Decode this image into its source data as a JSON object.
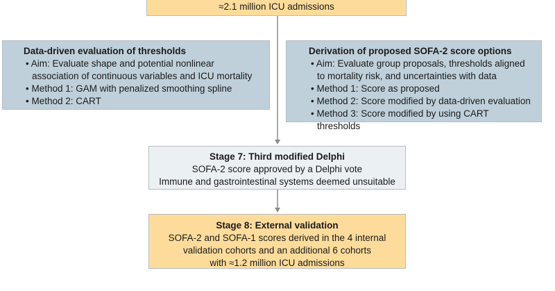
{
  "top_box": {
    "text": "≈2.1 million ICU admissions"
  },
  "left_box": {
    "title": "Data-driven evaluation of thresholds",
    "items": [
      "Aim: Evaluate shape and potential nonlinear association of continuous variables and ICU mortality",
      "Method 1: GAM with penalized smoothing spline",
      "Method 2: CART"
    ]
  },
  "right_box": {
    "title": "Derivation of proposed SOFA-2 score options",
    "items": [
      "Aim: Evaluate group proposals, thresholds aligned to mortality risk, and uncertainties with data",
      "Method 1: Score as proposed",
      "Method 2: Score modified by data-driven evaluation",
      "Method 3: Score modified by using CART thresholds"
    ]
  },
  "stage7": {
    "title": "Stage 7: Third modified Delphi",
    "lines": [
      "SOFA-2 score approved by a Delphi vote",
      "Immune and gastrointestinal systems deemed unsuitable"
    ]
  },
  "stage8": {
    "title": "Stage 8: External validation",
    "lines": [
      "SOFA-2 and SOFA-1 scores derived in the 4 internal",
      "validation cohorts and an additional 6 cohorts",
      "with ≈1.2 million ICU admissions"
    ]
  },
  "colors": {
    "stage_fill": "#fddc9b",
    "analysis_fill": "#bfd0da",
    "delphi_fill": "#ebf0f3"
  }
}
